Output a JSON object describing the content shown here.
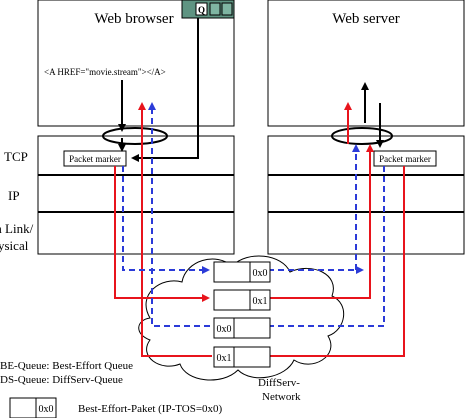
{
  "hosts": {
    "browser": {
      "title": "Web browser",
      "link_code": "<A HREF=\"movie.stream\"></A>",
      "q_button": "Q"
    },
    "server": {
      "title": "Web server"
    }
  },
  "layers": {
    "tcp": "TCP",
    "ip": "IP",
    "link_line1": "a Link/",
    "link_line2": "ysical"
  },
  "packet_marker": {
    "browser": "Packet marker",
    "server": "Packet marker"
  },
  "queues": {
    "q1": "0x0",
    "q2": "0x1",
    "q3": "0x0",
    "q4": "0x1"
  },
  "network": {
    "line1": "DiffServ-",
    "line2": "Network"
  },
  "legend": {
    "be_queue": "BE-Queue: Best-Effort Queue",
    "ds_queue": "DS-Queue: DiffServ-Queue",
    "be_packet_code": "0x0",
    "be_packet": "Best-Effort-Paket (IP-TOS=0x0)"
  },
  "colors": {
    "red": "#e8141c",
    "blue": "#2b3bd8",
    "black": "#000000"
  }
}
